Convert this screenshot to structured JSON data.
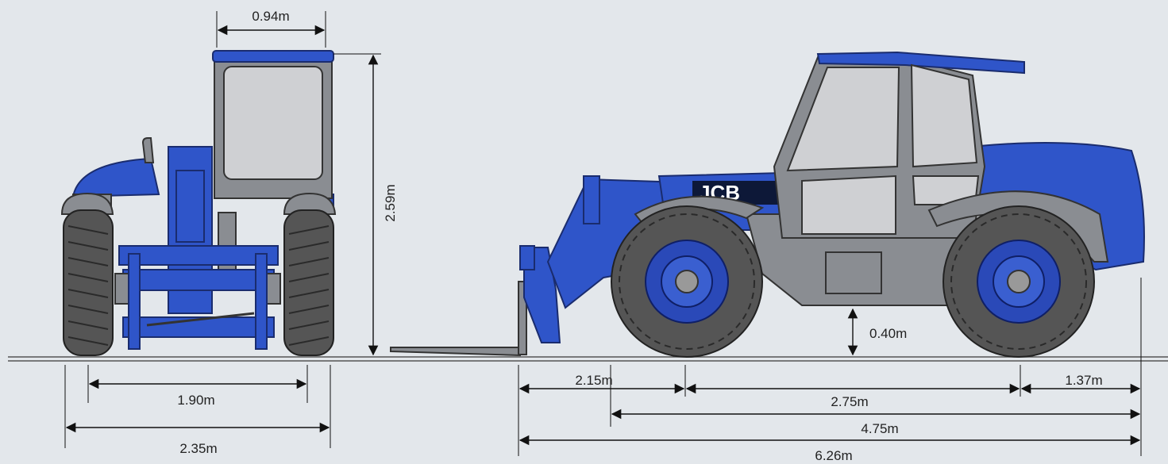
{
  "dimensions": {
    "cab_width": "0.94m",
    "overall_height": "2.59m",
    "wheel_track": "1.90m",
    "overall_width": "2.35m",
    "ground_clearance": "0.40m",
    "front_overhang": "2.15m",
    "wheelbase": "2.75m",
    "rear_overhang": "1.37m",
    "length_to_carriage": "4.75m",
    "overall_length": "6.26m"
  },
  "colors": {
    "background": "#e3e7eb",
    "body": "#2f55c9",
    "dimension_line": "#111111"
  }
}
